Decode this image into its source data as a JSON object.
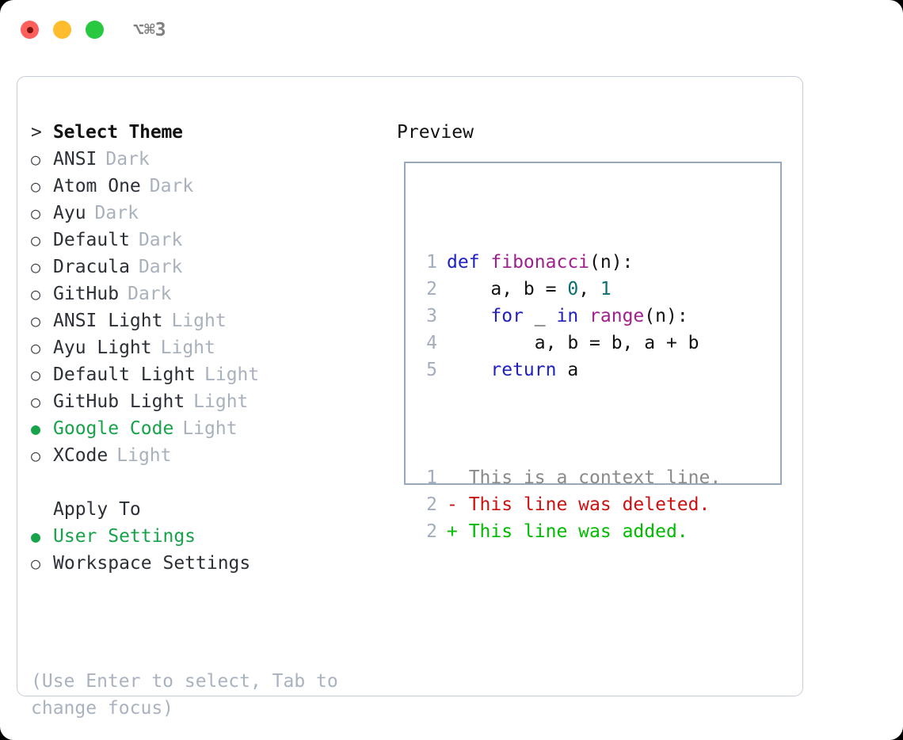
{
  "window": {
    "shortcut_label": "⌥⌘3",
    "traffic_lights": [
      "close",
      "minimize",
      "maximize"
    ]
  },
  "colors": {
    "selection_green": "#16a34a",
    "muted": "#a9b1bd",
    "panel_border": "#9aa8bc",
    "keyword": "#2020c0",
    "function": "#a0208c",
    "number": "#0b6e6e",
    "diff_deleted": "#cc1111",
    "diff_added": "#00bb00",
    "line_number": "#a3adbd"
  },
  "theme_list": {
    "header": {
      "marker": ">",
      "label": "Select Theme"
    },
    "items": [
      {
        "marker": "○",
        "label": "ANSI",
        "tag": "Dark",
        "selected": false
      },
      {
        "marker": "○",
        "label": "Atom One",
        "tag": "Dark",
        "selected": false
      },
      {
        "marker": "○",
        "label": "Ayu",
        "tag": "Dark",
        "selected": false
      },
      {
        "marker": "○",
        "label": "Default",
        "tag": "Dark",
        "selected": false
      },
      {
        "marker": "○",
        "label": "Dracula",
        "tag": "Dark",
        "selected": false
      },
      {
        "marker": "○",
        "label": "GitHub",
        "tag": "Dark",
        "selected": false
      },
      {
        "marker": "○",
        "label": "ANSI Light",
        "tag": "Light",
        "selected": false
      },
      {
        "marker": "○",
        "label": "Ayu Light",
        "tag": "Light",
        "selected": false
      },
      {
        "marker": "○",
        "label": "Default Light",
        "tag": "Light",
        "selected": false
      },
      {
        "marker": "○",
        "label": "GitHub Light",
        "tag": "Light",
        "selected": false
      },
      {
        "marker": "●",
        "label": "Google Code",
        "tag": "Light",
        "selected": true
      },
      {
        "marker": "○",
        "label": "XCode",
        "tag": "Light",
        "selected": false
      }
    ]
  },
  "apply_to": {
    "header": {
      "marker": "",
      "label": "Apply To"
    },
    "items": [
      {
        "marker": "●",
        "label": "User Settings",
        "selected": true
      },
      {
        "marker": "○",
        "label": "Workspace Settings",
        "selected": false
      }
    ]
  },
  "hint": "(Use Enter to select, Tab to change focus)",
  "preview": {
    "title": "Preview",
    "code_lines": [
      {
        "no": "1",
        "tokens": [
          {
            "t": "def ",
            "k": "kw"
          },
          {
            "t": "fibonacci",
            "k": "fn"
          },
          {
            "t": "(n):",
            "k": "txt"
          }
        ]
      },
      {
        "no": "2",
        "tokens": [
          {
            "t": "    a, b = ",
            "k": "txt"
          },
          {
            "t": "0",
            "k": "num"
          },
          {
            "t": ", ",
            "k": "txt"
          },
          {
            "t": "1",
            "k": "num"
          }
        ]
      },
      {
        "no": "3",
        "tokens": [
          {
            "t": "    ",
            "k": "txt"
          },
          {
            "t": "for",
            "k": "kw"
          },
          {
            "t": " _ ",
            "k": "txt"
          },
          {
            "t": "in",
            "k": "kw"
          },
          {
            "t": " ",
            "k": "txt"
          },
          {
            "t": "range",
            "k": "fn"
          },
          {
            "t": "(n):",
            "k": "txt"
          }
        ]
      },
      {
        "no": "4",
        "tokens": [
          {
            "t": "        a, b = b, a + b",
            "k": "txt"
          }
        ]
      },
      {
        "no": "5",
        "tokens": [
          {
            "t": "    ",
            "k": "txt"
          },
          {
            "t": "return",
            "k": "kw"
          },
          {
            "t": " a",
            "k": "txt"
          }
        ]
      }
    ],
    "diff_lines": [
      {
        "no": "1",
        "sign": " ",
        "text": " This is a context line.",
        "kind": "ctx"
      },
      {
        "no": "2",
        "sign": "-",
        "text": " This line was deleted.",
        "kind": "del"
      },
      {
        "no": "2",
        "sign": "+",
        "text": " This line was added.",
        "kind": "add"
      }
    ]
  }
}
